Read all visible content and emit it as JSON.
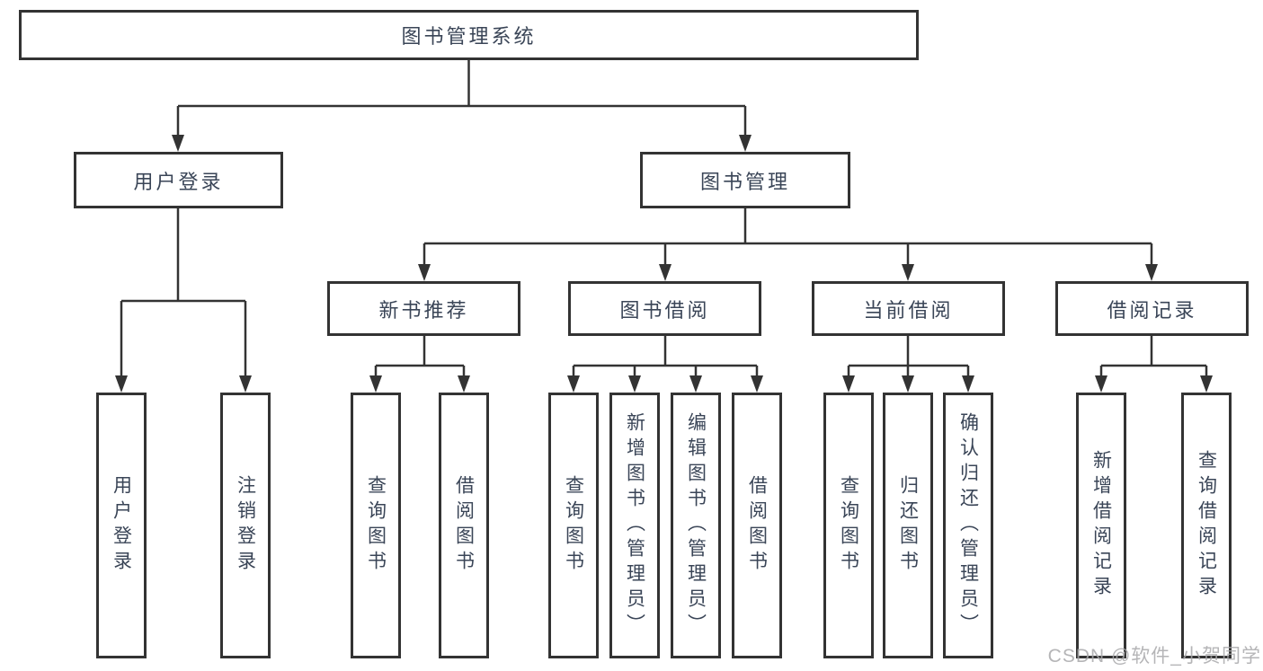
{
  "diagram_title": "图书管理系统",
  "tree": {
    "root": {
      "label": "图书管理系统"
    },
    "level2": [
      {
        "label": "用户登录",
        "children": [
          {
            "label": "用户登录"
          },
          {
            "label": "注销登录"
          }
        ]
      },
      {
        "label": "图书管理",
        "children": [
          {
            "label": "新书推荐",
            "children": [
              {
                "label": "查询图书"
              },
              {
                "label": "借阅图书"
              }
            ]
          },
          {
            "label": "图书借阅",
            "children": [
              {
                "label": "查询图书"
              },
              {
                "label": "新增图书（管理员）"
              },
              {
                "label": "编辑图书（管理员）"
              },
              {
                "label": "借阅图书"
              }
            ]
          },
          {
            "label": "当前借阅",
            "children": [
              {
                "label": "查询图书"
              },
              {
                "label": "归还图书"
              },
              {
                "label": "确认归还（管理员）"
              }
            ]
          },
          {
            "label": "借阅记录",
            "children": [
              {
                "label": "新增借阅记录"
              },
              {
                "label": "查询借阅记录"
              }
            ]
          }
        ]
      }
    ]
  },
  "watermark": "CSDN @软件_小贺同学",
  "colors": {
    "line": "#333333",
    "border": "#333333",
    "text": "#3a4557",
    "background": "#ffffff",
    "watermark": "#a8a8aa"
  }
}
